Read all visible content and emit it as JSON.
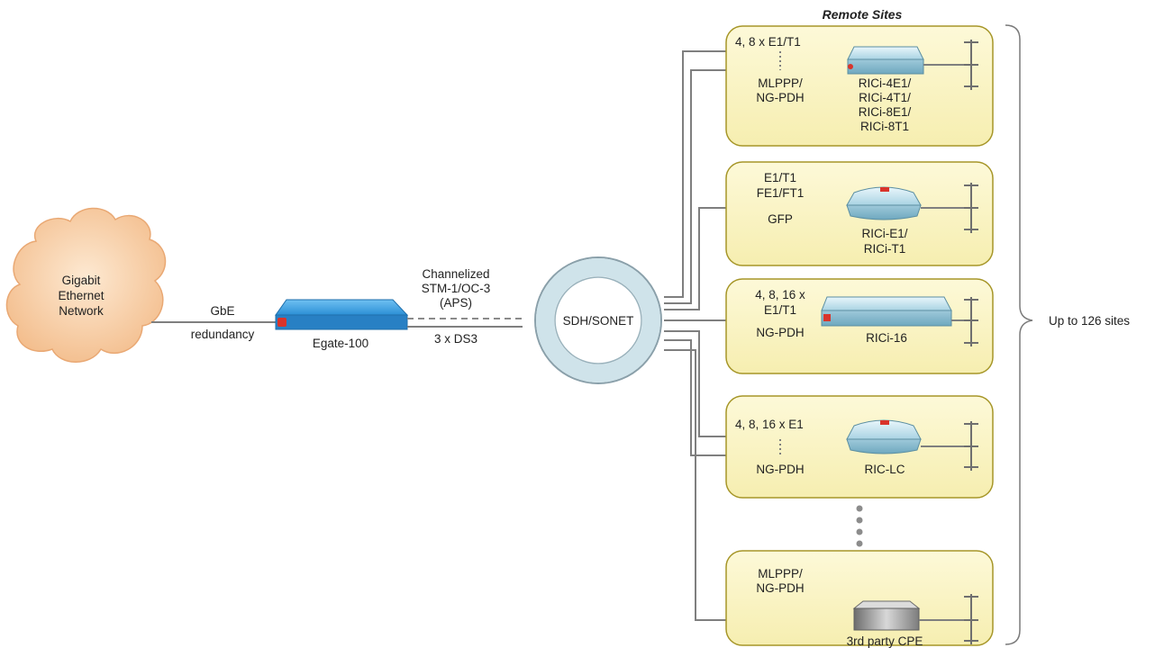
{
  "remote_sites_title": "Remote Sites",
  "range_label": "Up to 126 sites",
  "cloud": {
    "line1": "Gigabit",
    "line2": "Ethernet",
    "line3": "Network"
  },
  "gbe_link": {
    "top": "GbE",
    "bottom": "redundancy"
  },
  "egate": {
    "name": "Egate-100"
  },
  "uplink": {
    "line1": "Channelized",
    "line2": "STM-1/OC-3",
    "line3": "(APS)",
    "bottom": "3 x DS3"
  },
  "ring": {
    "label": "SDH/SONET"
  },
  "sites": [
    {
      "link_lines": [
        "4, 8 x E1/T1"
      ],
      "proto_lines": [
        "MLPPP/",
        "NG-PDH"
      ],
      "device_lines": [
        "RICi-4E1/",
        "RICi-4T1/",
        "RICi-8E1/",
        "RICi-8T1"
      ]
    },
    {
      "link_lines": [
        "E1/T1",
        "FE1/FT1"
      ],
      "proto_lines": [
        "GFP"
      ],
      "device_lines": [
        "RICi-E1/",
        "RICi-T1"
      ]
    },
    {
      "link_lines": [
        "4, 8, 16 x",
        "E1/T1"
      ],
      "proto_lines": [
        "NG-PDH"
      ],
      "device_lines": [
        "RICi-16"
      ]
    },
    {
      "link_lines": [
        "4, 8, 16 x E1"
      ],
      "proto_lines": [
        "NG-PDH"
      ],
      "device_lines": [
        "RIC-LC"
      ]
    },
    {
      "link_lines": [],
      "proto_lines": [
        "MLPPP/",
        "NG-PDH"
      ],
      "device_lines": [
        "3rd party CPE"
      ]
    }
  ],
  "colors": {
    "site_fill": "#fbf6c9",
    "site_stroke": "#a69628",
    "link": "#7f7f7f",
    "egate": "#2a8ed4",
    "ring": "#cfe3ea",
    "cloud": "#f6c79a"
  }
}
